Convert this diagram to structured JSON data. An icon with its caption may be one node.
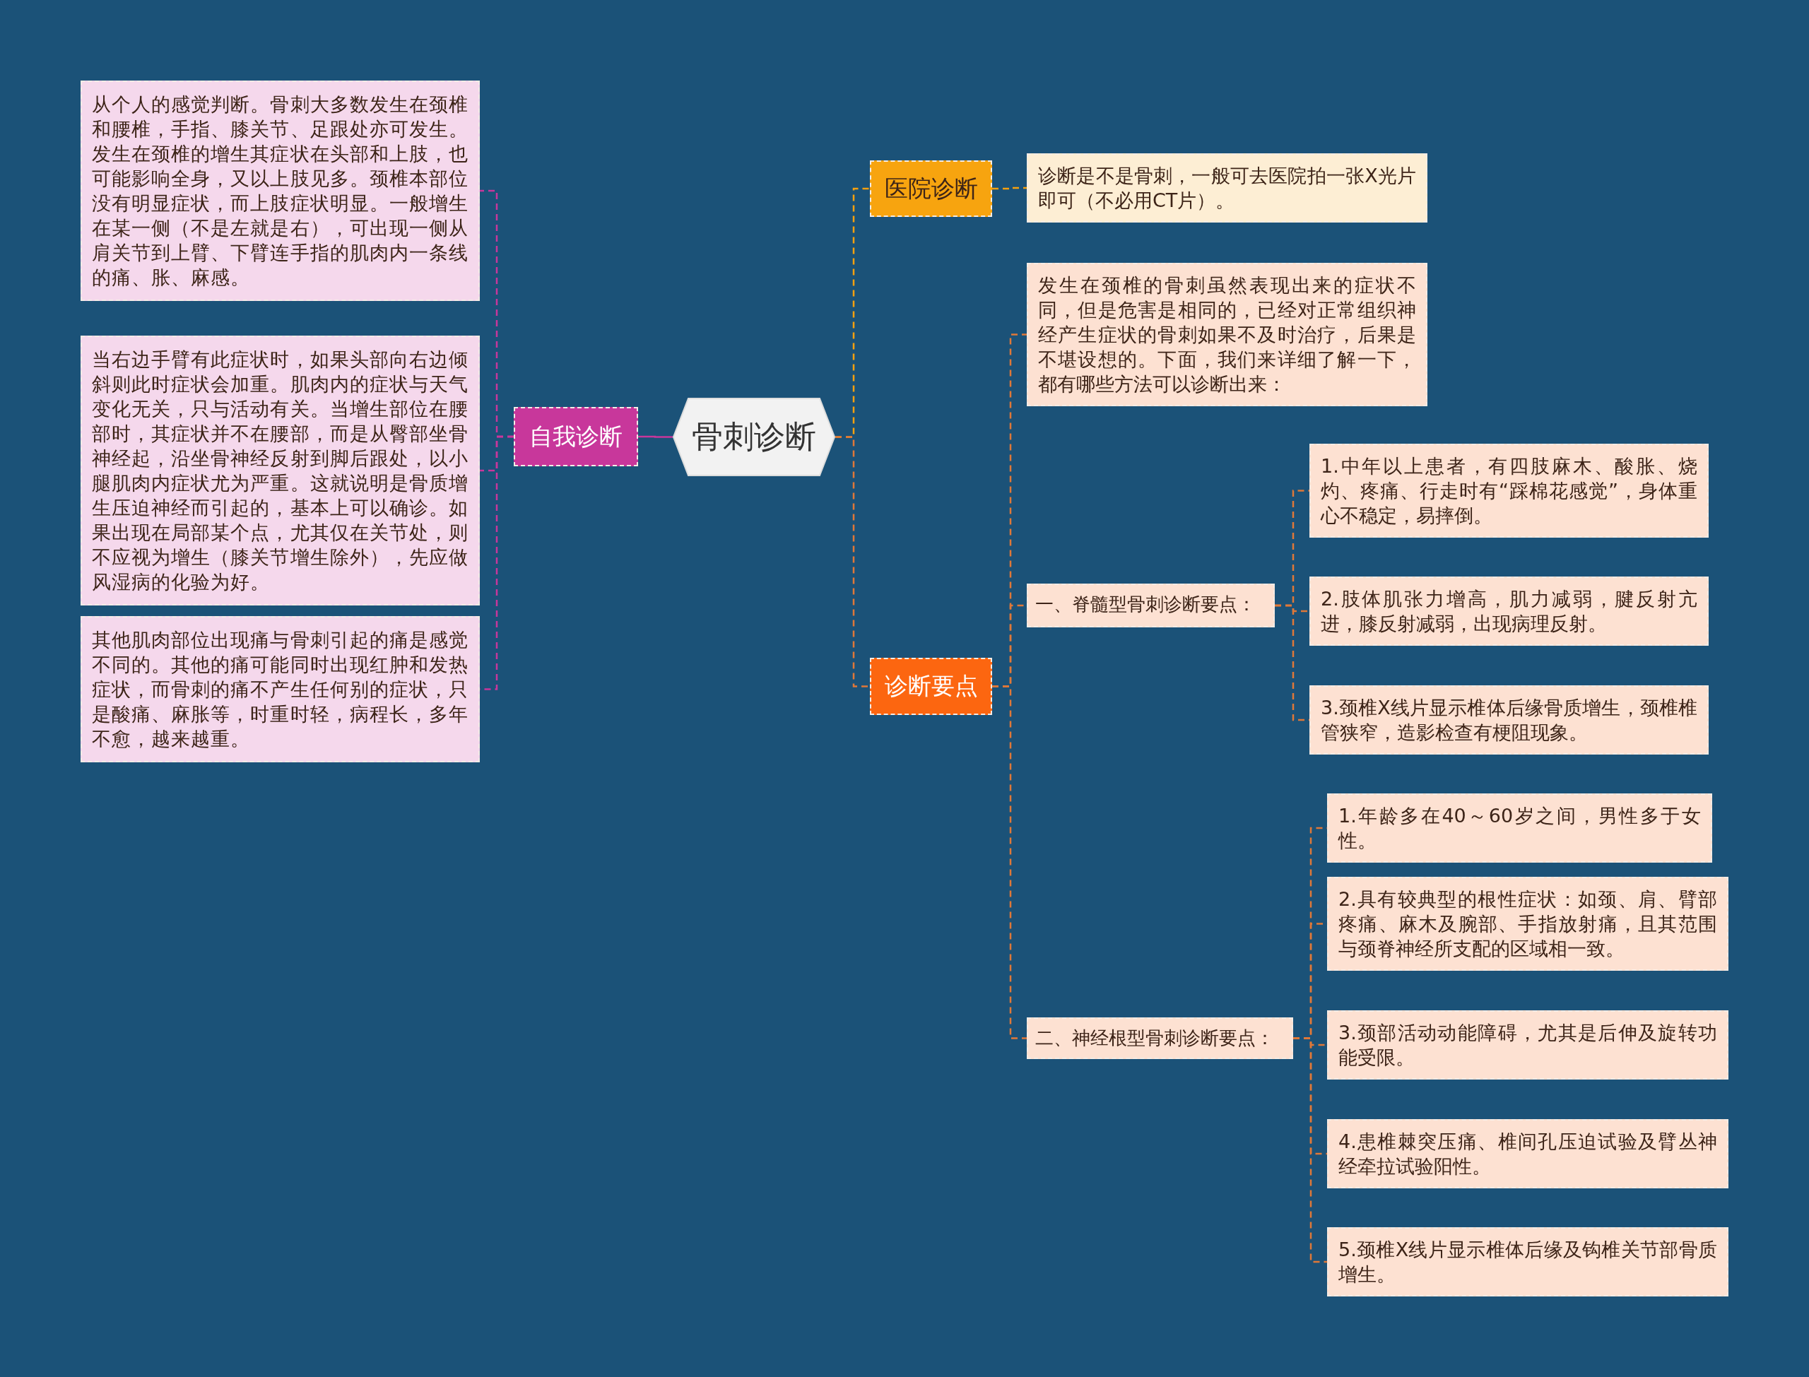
{
  "diagram": {
    "nodes": [
      {
        "text": [
          "骨刺诊断"
        ]
      },
      {
        "text": [
          "自我诊断"
        ]
      },
      {
        "text": [
          "从个人的感觉判断。骨刺大多数发生在颈椎和腰椎，手指、膝关节、足跟处亦可发生。发生在颈椎的增生其症状在头部和上肢，也可能影响全身，又以上肢见多。颈椎本部位没有明显症状，而上肢症状明显。一般增生在某一侧（不是左就是右），可出现一侧从肩关节到上臂、下臂连手指的肌肉内一条线的痛、胀、麻感。"
        ]
      },
      {
        "text": [
          "当右边手臂有此症状时，如果头部向右边倾斜则此时症状会加重。肌肉内的症状与天气变化无关，只与活动有关。当增生部位在腰部时，其症状并不在腰部，而是从臀部坐骨神经起，沿坐骨神经反射到脚后跟处，以小腿肌肉内症状尤为严重。这就说明是骨质增生压迫神经而引起的，基本上可以确诊。如果出现在局部某个点，尤其仅在关节处，则不应视为增生（膝关节增生除外），先应做风湿病的化验为好。"
        ]
      },
      {
        "text": [
          "其他肌肉部位出现痛与骨刺引起的痛是感觉不同的。其他的痛可能同时出现红肿和发热症状，而骨刺的痛不产生任何别的症状，只是酸痛、麻胀等，时重时轻，病程长，多年不愈，越来越重。"
        ]
      },
      {
        "text": [
          "医院诊断"
        ]
      },
      {
        "text": [
          "诊断是不是骨刺，一般可去医院拍一张X光片即可（不必用CT片）。"
        ]
      },
      {
        "text": [
          "诊断要点"
        ]
      },
      {
        "text": [
          "发生在颈椎的骨刺虽然表现出来的症状不同，但是危害是相同的，已经对正常组织神经产生症状的骨刺如果不及时治疗，后果是不堪设想的。下面，我们来详细了解一下，都有哪些方法可以诊断出来："
        ]
      },
      {
        "text": [
          "一、脊髓型骨刺诊断要点："
        ]
      },
      {
        "text": [
          "1.中年以上患者，有四肢麻木、酸胀、烧灼、疼痛、行走时有“踩棉花感觉”，身体重心不稳定，易摔倒。"
        ]
      },
      {
        "text": [
          "2.肢体肌张力增高，肌力减弱，腱反射亢进，膝反射减弱，出现病理反射。"
        ]
      },
      {
        "text": [
          "3.颈椎X线片显示椎体后缘骨质增生，颈椎椎管狭窄，造影检查有梗阻现象。"
        ]
      },
      {
        "text": [
          "二、神经根型骨刺诊断要点："
        ]
      },
      {
        "text": [
          "1.年龄多在40～60岁之间，男性多于女性。"
        ]
      },
      {
        "text": [
          "2.具有较典型的根性症状：如颈、肩、臂部疼痛、麻木及腕部、手指放射痛，且其范围与颈脊神经所支配的区域相一致。"
        ]
      },
      {
        "text": [
          "3.颈部活动动能障碍，尤其是后伸及旋转功能受限。"
        ]
      },
      {
        "text": [
          "4.患椎棘突压痛、椎间孔压迫试验及臂丛神经牵拉试验阳性。"
        ]
      },
      {
        "text": [
          "5.颈椎X线片显示椎体后缘及钩椎关节部骨质增生。"
        ]
      }
    ],
    "edges": [
      {
        "from": 0,
        "to": 1,
        "arrow": "none",
        "color": "#c8379b"
      },
      {
        "from": 1,
        "to": 2,
        "arrow": "none",
        "style": "dashed",
        "color": "#c8379b"
      },
      {
        "from": 1,
        "to": 3,
        "arrow": "none",
        "style": "dashed",
        "color": "#c8379b"
      },
      {
        "from": 1,
        "to": 4,
        "arrow": "none",
        "style": "dashed",
        "color": "#c8379b"
      },
      {
        "from": 0,
        "to": 5,
        "arrow": "none",
        "style": "dashed",
        "color": "#f5a10f"
      },
      {
        "from": 5,
        "to": 6,
        "arrow": "none",
        "style": "dashed",
        "color": "#f5a10f"
      },
      {
        "from": 0,
        "to": 7,
        "arrow": "none",
        "style": "dashed"
      },
      {
        "from": 7,
        "to": 8,
        "arrow": "none",
        "style": "dashed"
      },
      {
        "from": 7,
        "to": 9,
        "arrow": "none",
        "style": "dashed"
      },
      {
        "from": 7,
        "to": 13,
        "arrow": "none",
        "style": "dashed"
      },
      {
        "from": 9,
        "to": 10,
        "arrow": "none",
        "style": "dashed"
      },
      {
        "from": 9,
        "to": 11,
        "arrow": "none",
        "style": "dashed"
      },
      {
        "from": 9,
        "to": 12,
        "arrow": "none",
        "style": "dashed"
      },
      {
        "from": 13,
        "to": 14,
        "arrow": "none",
        "style": "dashed"
      },
      {
        "from": 13,
        "to": 15,
        "arrow": "none",
        "style": "dashed"
      },
      {
        "from": 13,
        "to": 16,
        "arrow": "none",
        "style": "dashed"
      },
      {
        "from": 13,
        "to": 17,
        "arrow": "none",
        "style": "dashed"
      },
      {
        "from": 13,
        "to": 18,
        "arrow": "none",
        "style": "dashed"
      }
    ]
  }
}
